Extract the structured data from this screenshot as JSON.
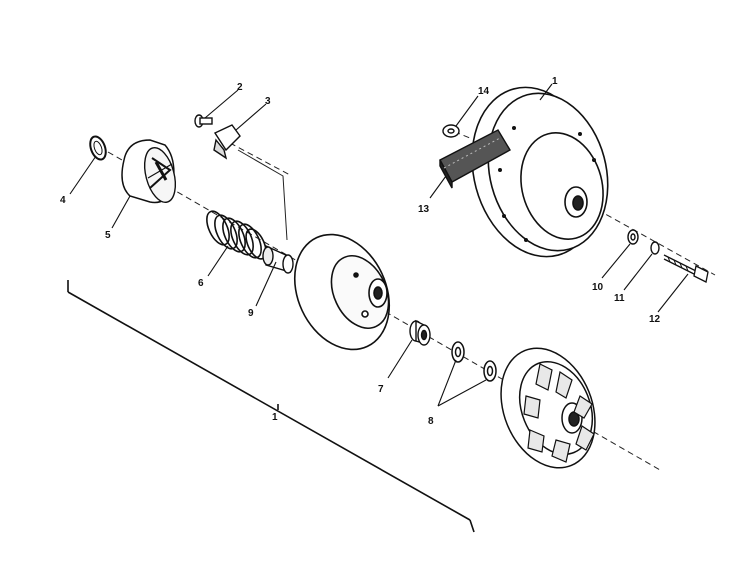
{
  "diagram": {
    "callouts": {
      "c1_assembly": "1",
      "c1_top": "1",
      "c2": "2",
      "c3": "3",
      "c4": "4",
      "c5": "5",
      "c6": "6",
      "c7": "7",
      "c8": "8",
      "c9": "9",
      "c10": "10",
      "c11": "11",
      "c12": "12",
      "c13": "13",
      "c14": "14"
    }
  }
}
